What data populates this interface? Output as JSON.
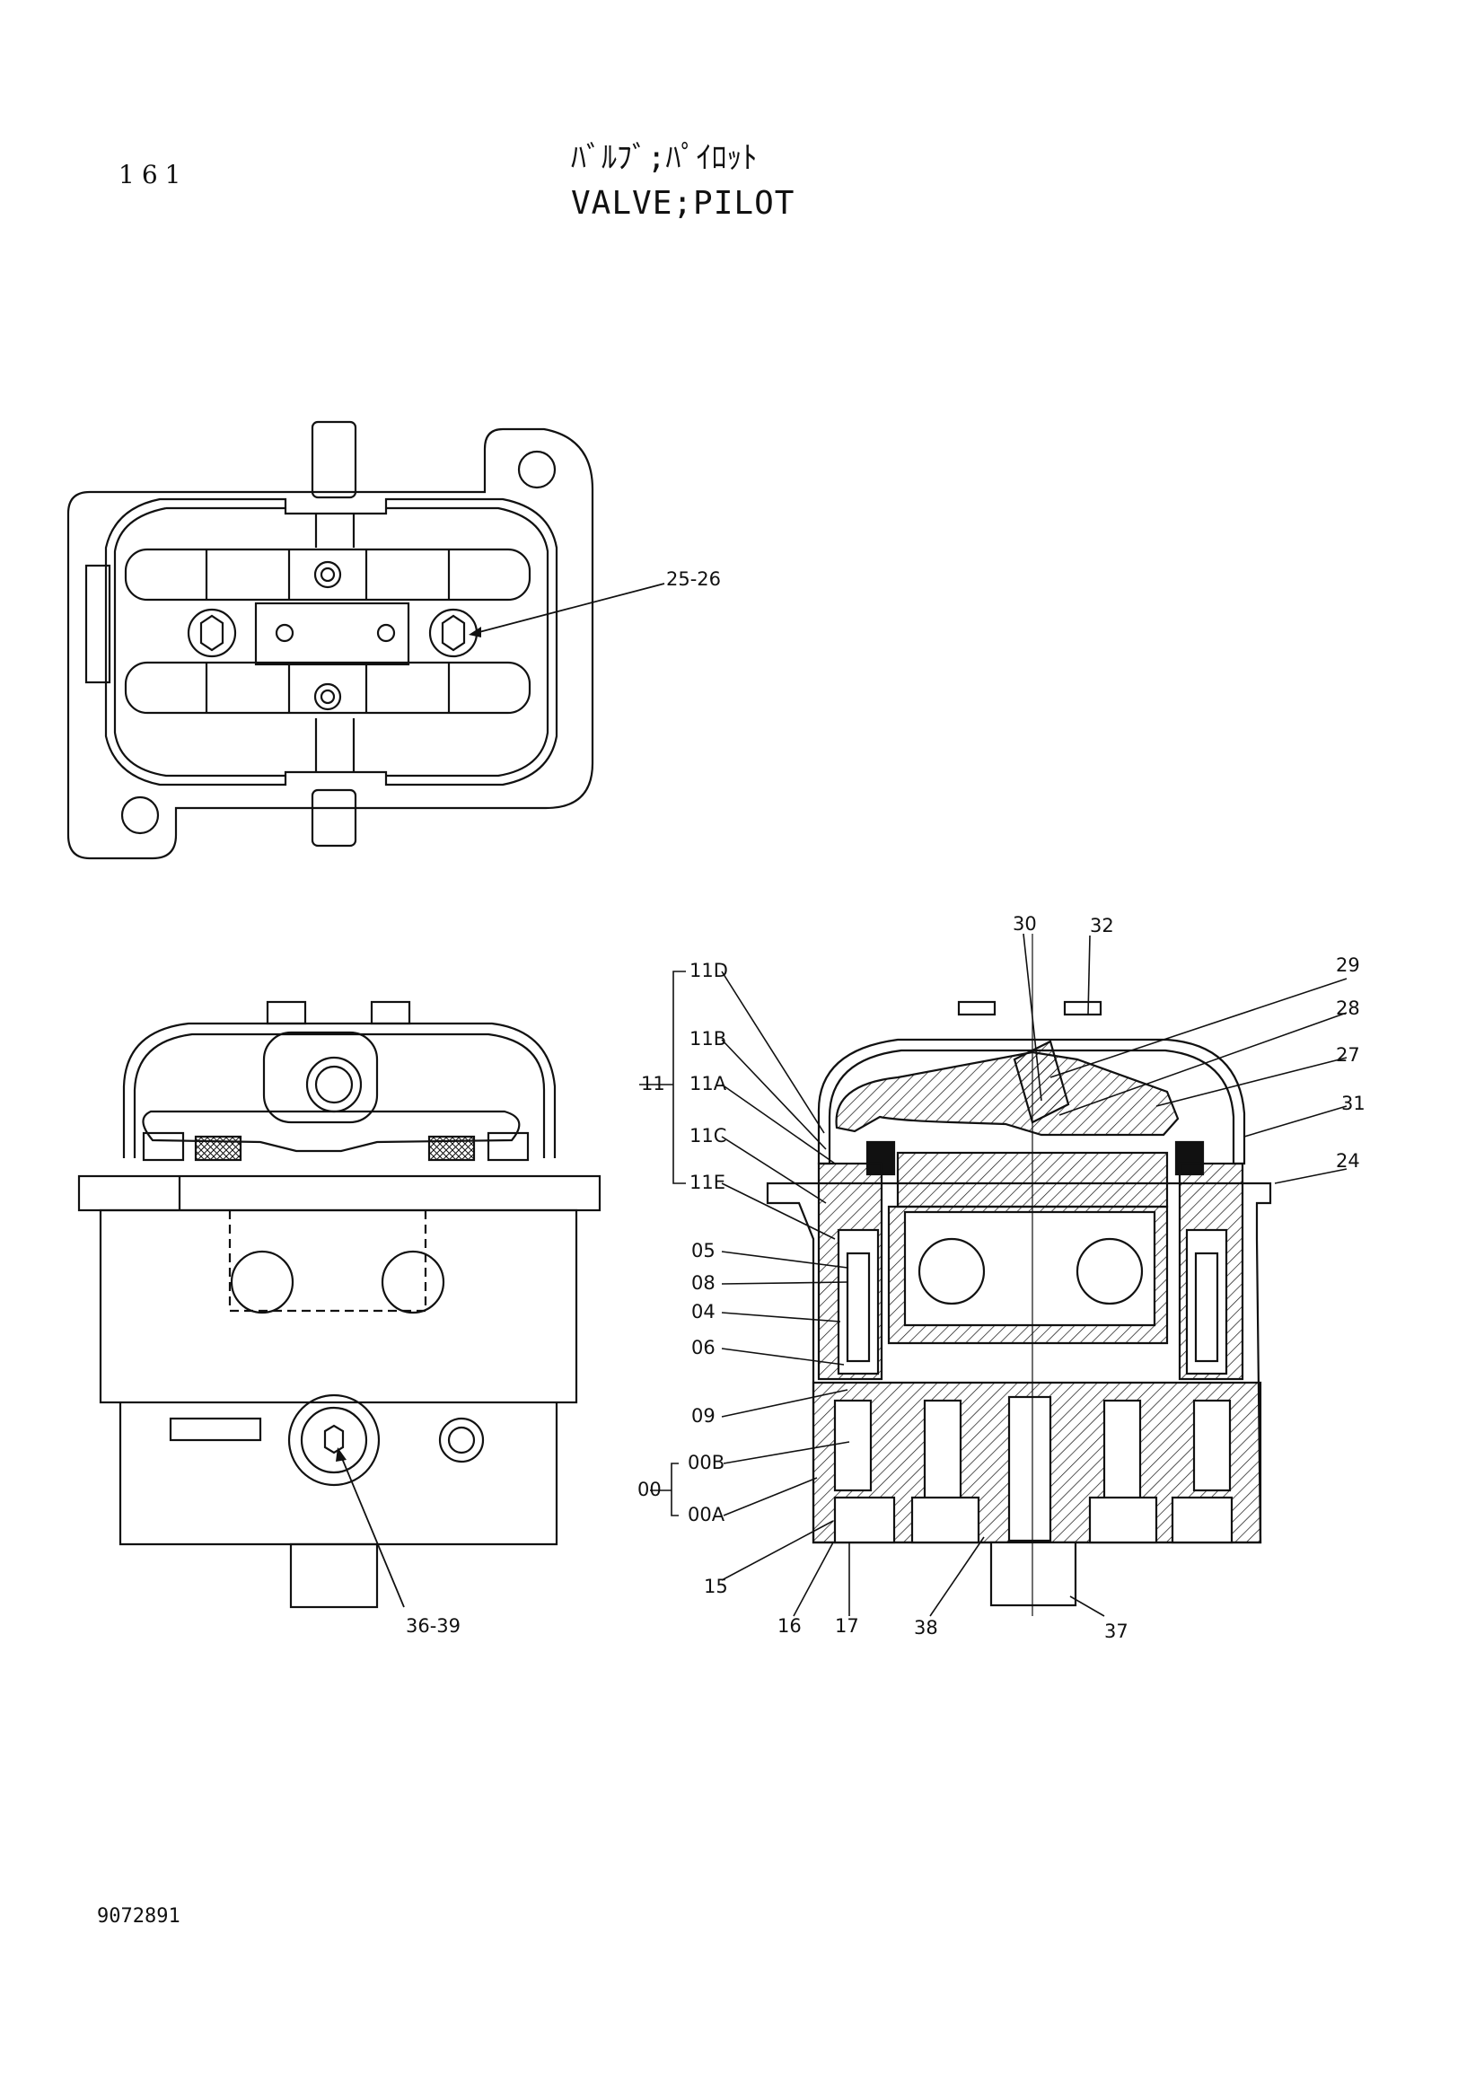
{
  "header": {
    "page_number": "161",
    "title_jp": "ﾊﾞﾙﾌﾞ;ﾊﾟｲﾛｯﾄ",
    "title_en": "VALVE;PILOT"
  },
  "footer": {
    "drawing_number": "9072891"
  },
  "callouts": {
    "top_view": [
      "25-26"
    ],
    "front_view": [
      "36-39"
    ],
    "section_view": {
      "top": [
        "30",
        "32"
      ],
      "right": [
        "29",
        "28",
        "27",
        "31",
        "24"
      ],
      "left_group_label": "11",
      "left_group": [
        "11D",
        "11B",
        "11A",
        "11C",
        "11E"
      ],
      "left": [
        "05",
        "08",
        "04",
        "06",
        "09"
      ],
      "bottom_group_label": "00",
      "bottom_group": [
        "00B",
        "00A"
      ],
      "bottom": [
        "15",
        "16",
        "17",
        "38",
        "37"
      ]
    }
  },
  "colors": {
    "line": "#111111",
    "paper": "#ffffff",
    "hatch": "#111111"
  }
}
